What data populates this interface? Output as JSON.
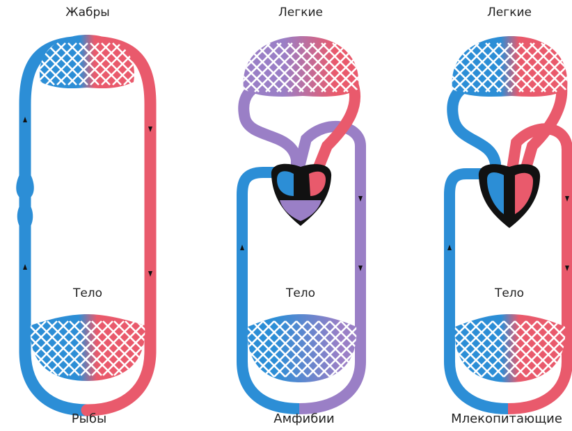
{
  "colors": {
    "oxygen_poor": "#2c8ed6",
    "oxygen_rich": "#e95a6c",
    "mixed": "#9a7fc6",
    "heart_outline": "#111111",
    "net_line": "#ffffff"
  },
  "fish": {
    "top_label": "Жабры",
    "body_label": "Тело",
    "caption": "Рыбы"
  },
  "amphibian": {
    "top_label": "Легкие",
    "body_label": "Тело",
    "caption": "Амфибии"
  },
  "mammal": {
    "top_label": "Легкие",
    "body_label": "Тело",
    "caption": "Млекопитающие"
  }
}
